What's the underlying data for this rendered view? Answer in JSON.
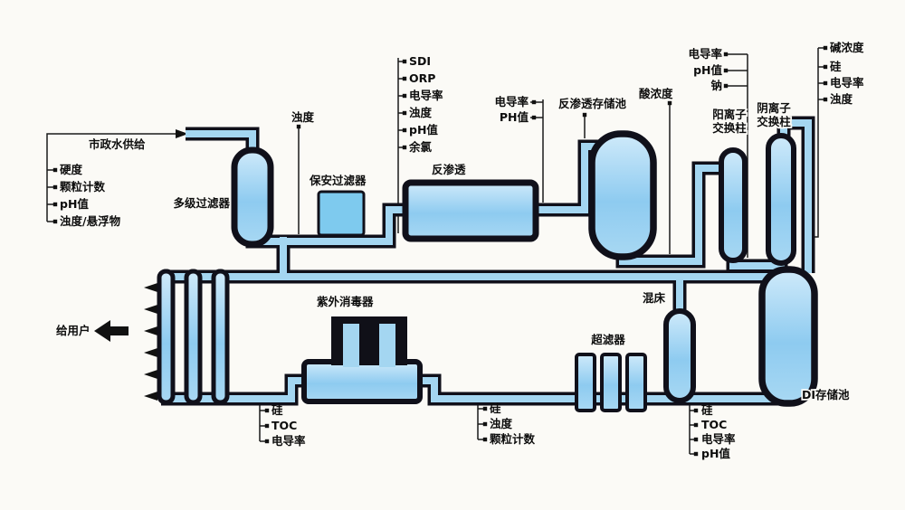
{
  "colors": {
    "background": "#fbfaf6",
    "pipe_outline": "#10101a",
    "water": "#a4d6f1",
    "text": "#0d0d0d"
  },
  "flow": {
    "source_label": "市政水供给",
    "users_label": "给用户"
  },
  "equipment": {
    "multistage_filter": "多级过滤器",
    "cartridge_filter": "保安过滤器",
    "reverse_osmosis": "反渗透",
    "ro_storage_tank": "反渗透存储池",
    "cation_column_line1": "阳离子",
    "cation_column_line2": "交换柱",
    "anion_column_line1": "阴离子",
    "anion_column_line2": "交换柱",
    "uv_sterilizer": "紫外消毒器",
    "ultrafilter": "超滤器",
    "mixed_bed": "混床",
    "di_storage_tank": "DI存储池"
  },
  "measurements": {
    "feed_water": {
      "items": [
        "硬度",
        "颗粒计数",
        "pH值",
        "浊度/悬浮物"
      ]
    },
    "after_multistage": {
      "items": [
        "浊度"
      ]
    },
    "before_ro": {
      "items": [
        "SDI",
        "ORP",
        "电导率",
        "浊度",
        "pH值",
        "余氯"
      ]
    },
    "ro_permeate": {
      "items": [
        "电导率",
        "PH值"
      ]
    },
    "acid_dosing": {
      "items": [
        "酸浓度"
      ]
    },
    "after_cation": {
      "items": [
        "电导率",
        "pH值",
        "钠"
      ]
    },
    "alkali_dosing": {
      "items": [
        "碱浓度"
      ]
    },
    "after_anion": {
      "items": [
        "硅",
        "电导率",
        "浊度"
      ]
    },
    "after_uv": {
      "items": [
        "硅",
        "TOC",
        "电导率"
      ]
    },
    "after_ultrafilter": {
      "items": [
        "硅",
        "浊度",
        "颗粒计数"
      ]
    },
    "after_mixed_bed": {
      "items": [
        "硅",
        "TOC",
        "电导率",
        "pH值"
      ]
    }
  }
}
